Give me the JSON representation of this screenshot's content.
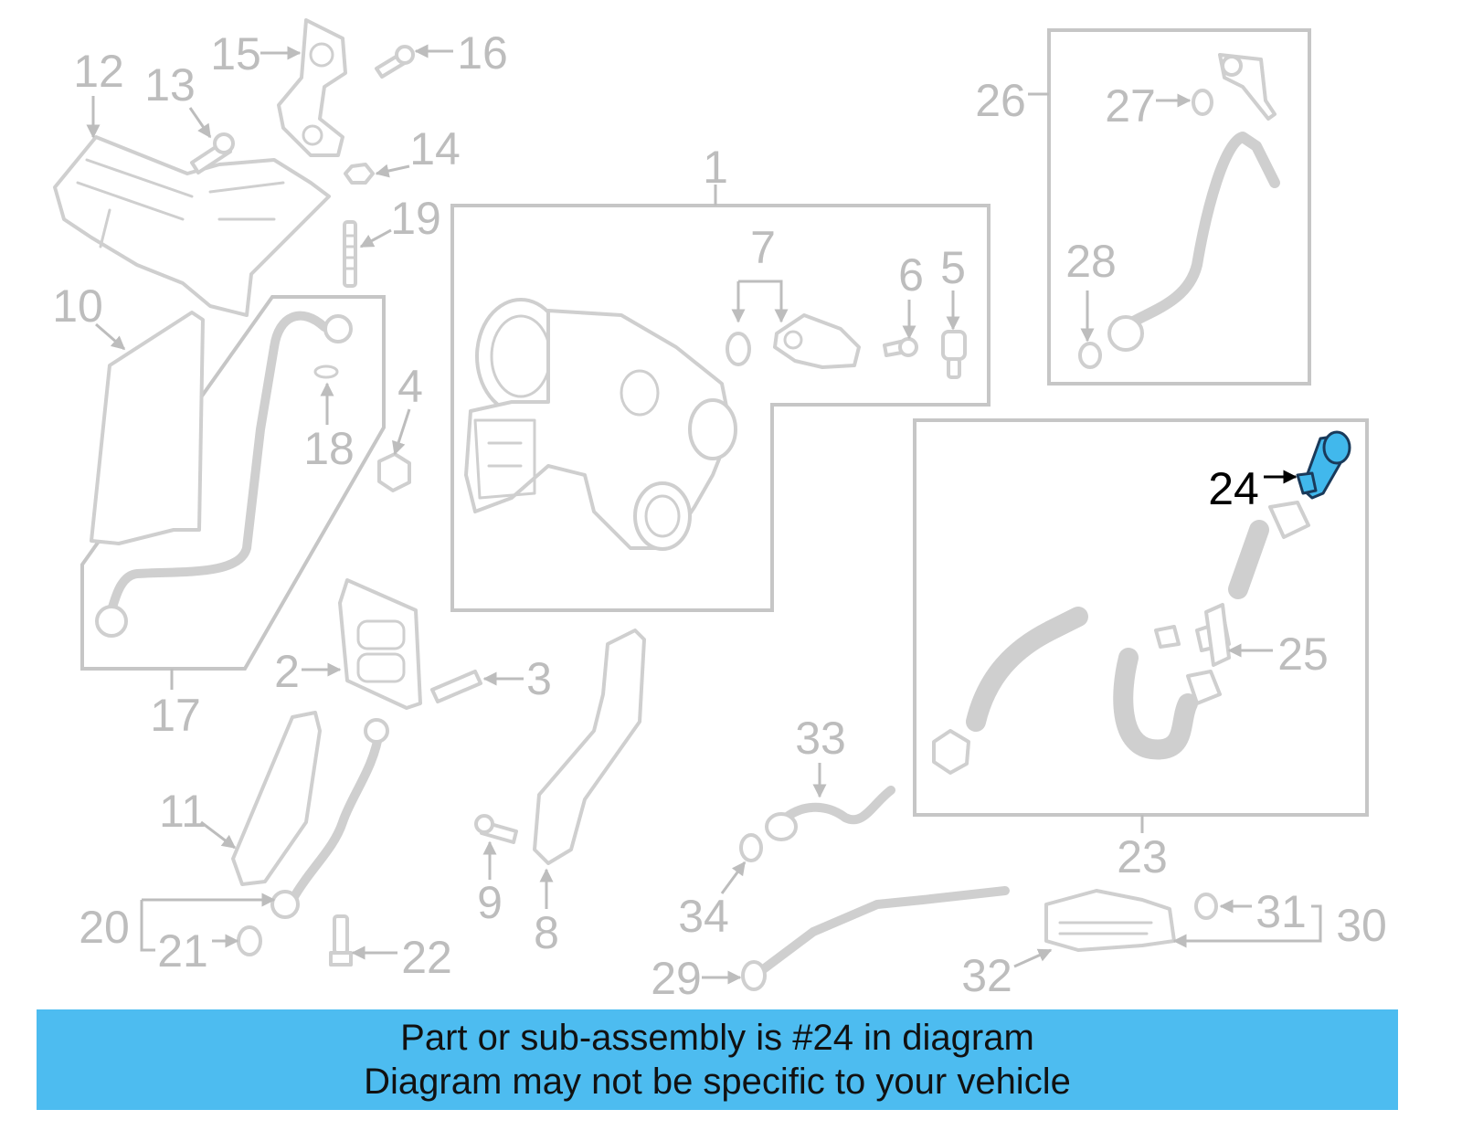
{
  "highlight": {
    "part_number": "24",
    "color": "#4dbcf0"
  },
  "callouts": [
    "1",
    "2",
    "3",
    "4",
    "5",
    "6",
    "7",
    "8",
    "9",
    "10",
    "11",
    "12",
    "13",
    "14",
    "15",
    "16",
    "17",
    "18",
    "19",
    "20",
    "21",
    "22",
    "23",
    "24",
    "25",
    "26",
    "27",
    "28",
    "29",
    "30",
    "31",
    "32",
    "33",
    "34"
  ],
  "banner": {
    "line1": "Part or sub-assembly is #24 in diagram",
    "line2": "Diagram may not be specific to your vehicle"
  },
  "colors": {
    "banner_bg": "#4dbcf0",
    "callout_gray": "#bdbdbd",
    "highlight_fill": "#41b8ec"
  }
}
